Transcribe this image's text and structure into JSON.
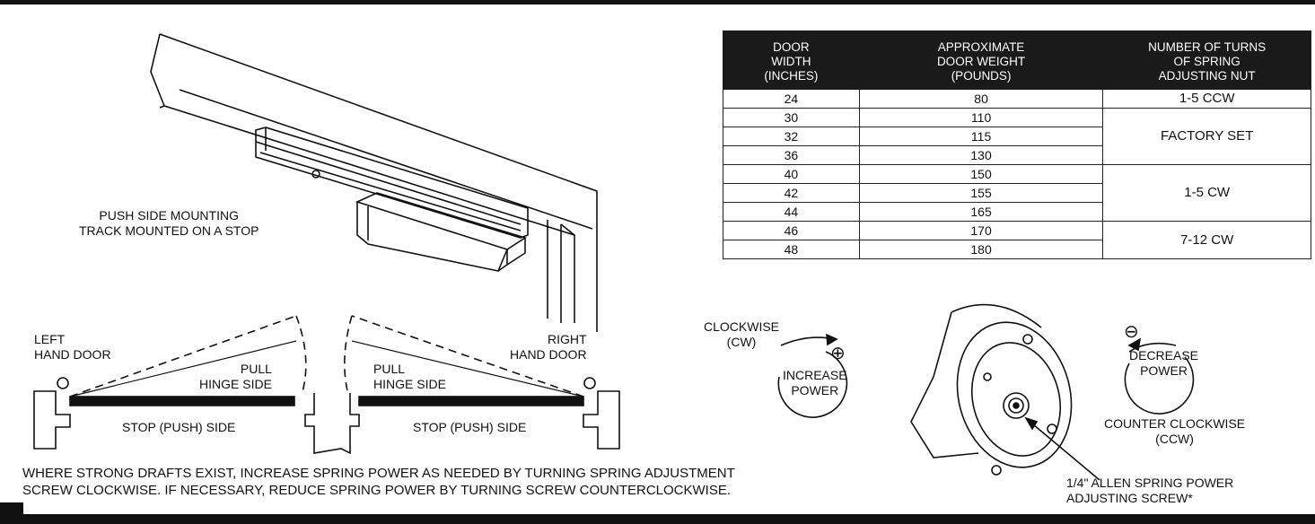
{
  "diagram": {
    "mounting_label": [
      "PUSH SIDE MOUNTING",
      "TRACK MOUNTED ON A STOP"
    ],
    "left_door": {
      "hand_label": [
        "LEFT",
        "HAND DOOR"
      ],
      "pull_label": [
        "PULL",
        "HINGE SIDE"
      ],
      "stop_label": "STOP (PUSH) SIDE"
    },
    "right_door": {
      "hand_label": [
        "RIGHT",
        "HAND DOOR"
      ],
      "pull_label": [
        "PULL",
        "HINGE SIDE"
      ],
      "stop_label": "STOP (PUSH) SIDE"
    },
    "clockwise": {
      "label": [
        "CLOCKWISE",
        "(CW)"
      ],
      "symbol": "⊕",
      "effect": [
        "INCREASE",
        "POWER"
      ]
    },
    "counter_clockwise": {
      "label": [
        "COUNTER CLOCKWISE",
        "(CCW)"
      ],
      "symbol": "⊖",
      "effect": [
        "DECREASE",
        "POWER"
      ]
    },
    "screw_label": [
      "1/4\" ALLEN SPRING POWER",
      "ADJUSTING SCREW*"
    ],
    "note": [
      "WHERE STRONG DRAFTS EXIST, INCREASE SPRING POWER AS NEEDED BY TURNING SPRING ADJUSTMENT",
      "SCREW CLOCKWISE. IF NECESSARY, REDUCE SPRING POWER BY TURNING SCREW COUNTERCLOCKWISE."
    ]
  },
  "table": {
    "headers": [
      [
        "DOOR",
        "WIDTH",
        "(INCHES)"
      ],
      [
        "APPROXIMATE",
        "DOOR WEIGHT",
        "(POUNDS)"
      ],
      [
        "NUMBER OF TURNS",
        "OF SPRING",
        "ADJUSTING NUT"
      ]
    ],
    "rows": [
      {
        "width": "24",
        "weight": "80"
      },
      {
        "width": "30",
        "weight": "110"
      },
      {
        "width": "32",
        "weight": "115"
      },
      {
        "width": "36",
        "weight": "130"
      },
      {
        "width": "40",
        "weight": "150"
      },
      {
        "width": "42",
        "weight": "155"
      },
      {
        "width": "44",
        "weight": "165"
      },
      {
        "width": "46",
        "weight": "170"
      },
      {
        "width": "48",
        "weight": "180"
      }
    ],
    "turns": [
      "1-5 CCW",
      "FACTORY SET",
      "1-5 CW",
      "7-12 CW"
    ]
  }
}
